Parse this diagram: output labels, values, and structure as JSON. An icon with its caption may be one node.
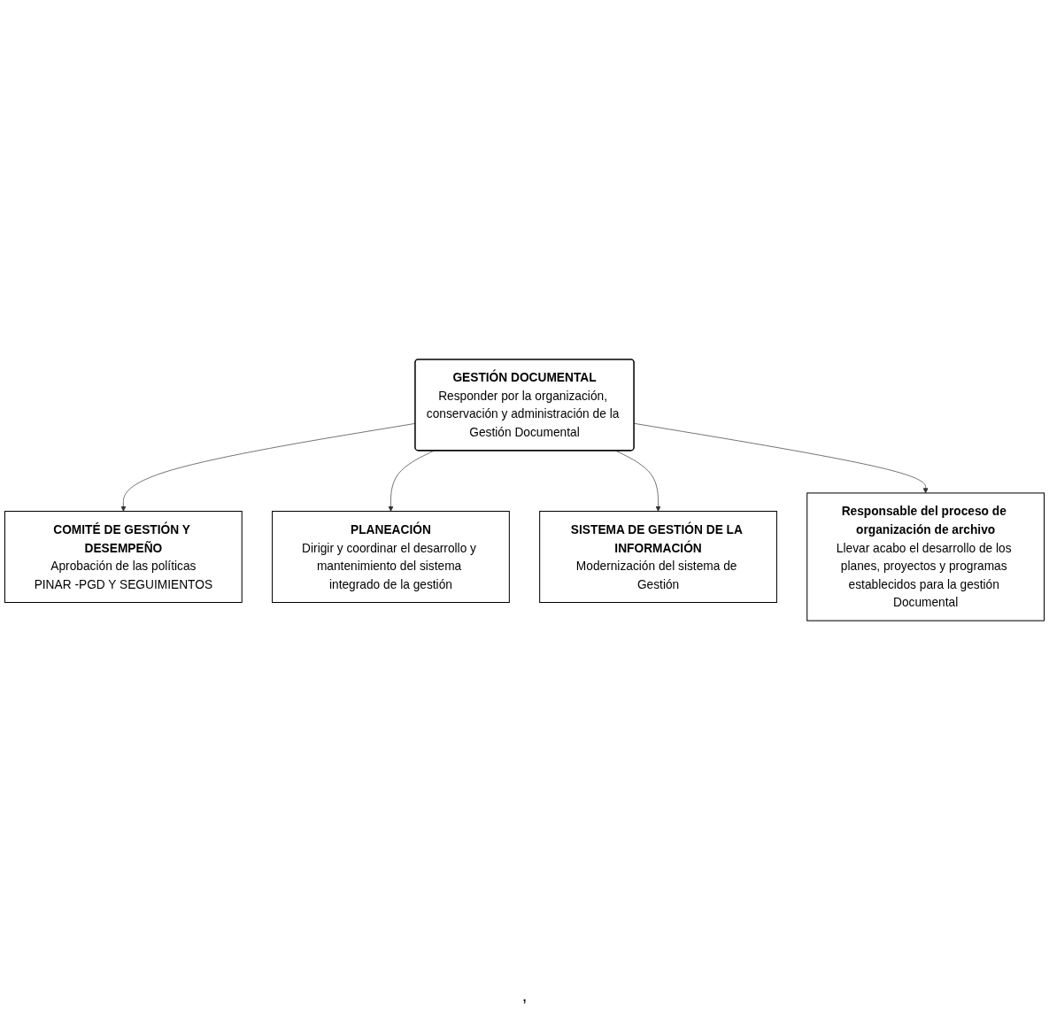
{
  "diagram": {
    "nodes": [
      {
        "text": [
          "COMITÉ DE GESTIÓN Y DESEMPEÑO",
          "Aprobación de las políticas",
          "PINAR -PGD Y SEGUIMIENTOS"
        ]
      },
      {
        "text": [
          "PLANEACIÓN",
          "Dirigir y coordinar el desarrollo y mantenimiento del sistema integrado de la gestión"
        ]
      },
      {
        "text": [
          "GESTIÓN DOCUMENTAL",
          "Responder por la organización, conservación y administración de la Gestión Documental"
        ]
      },
      {
        "text": [
          "SISTEMA DE GESTIÓN DE LA INFORMACIÓN",
          "Modernización del sistema de Gestión"
        ]
      },
      {
        "text": [
          "Responsable del proceso de organización de archivo",
          "Llevar acabo el desarrollo de los planes, proyectos y programas establecidos para la gestión Documental"
        ]
      }
    ],
    "edges": [
      {
        "from": 2,
        "to": 0,
        "arrow": "to"
      },
      {
        "from": 2,
        "to": 1,
        "arrow": "to"
      },
      {
        "from": 2,
        "to": 3,
        "arrow": "to"
      },
      {
        "from": 2,
        "to": 4,
        "arrow": "to"
      }
    ],
    "labels": [
      ","
    ]
  }
}
